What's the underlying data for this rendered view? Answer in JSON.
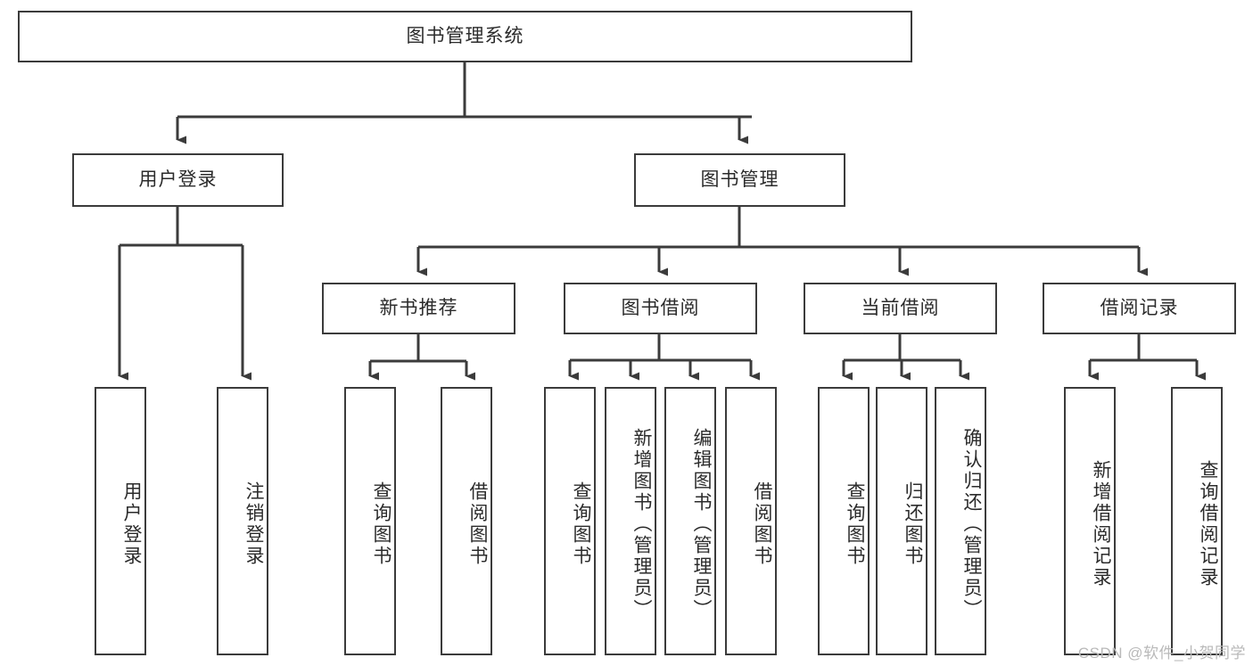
{
  "diagram": {
    "title": "图书管理系统",
    "type": "tree-hierarchy-chart",
    "colors": {
      "box_border": "#3b3b3b",
      "box_fill": "#ffffff",
      "connector": "#3b3b3b",
      "text": "#2b2b2b",
      "watermark": "#b9b9b9",
      "background": "#ffffff"
    },
    "root": {
      "label": "图书管理系统"
    },
    "level2": [
      {
        "id": "user-login",
        "label": "用户登录"
      },
      {
        "id": "book-manage",
        "label": "图书管理"
      }
    ],
    "level3": [
      {
        "id": "new-book-rec",
        "label": "新书推荐",
        "parent": "book-manage"
      },
      {
        "id": "book-borrow",
        "label": "图书借阅",
        "parent": "book-manage"
      },
      {
        "id": "current-borrow",
        "label": "当前借阅",
        "parent": "book-manage"
      },
      {
        "id": "borrow-record",
        "label": "借阅记录",
        "parent": "book-manage"
      }
    ],
    "leaves": {
      "user-login": [
        {
          "id": "leaf-user-login",
          "label": "用户登录"
        },
        {
          "id": "leaf-user-logout",
          "label": "注销登录"
        }
      ],
      "new-book-rec": [
        {
          "id": "leaf-query-book-1",
          "label": "查询图书"
        },
        {
          "id": "leaf-borrow-book-1",
          "label": "借阅图书"
        }
      ],
      "book-borrow": [
        {
          "id": "leaf-query-book-2",
          "label": "查询图书"
        },
        {
          "id": "leaf-add-book",
          "label": "新增图书（管理员）"
        },
        {
          "id": "leaf-edit-book",
          "label": "编辑图书（管理员）"
        },
        {
          "id": "leaf-borrow-book-2",
          "label": "借阅图书"
        }
      ],
      "current-borrow": [
        {
          "id": "leaf-query-book-3",
          "label": "查询图书"
        },
        {
          "id": "leaf-return-book",
          "label": "归还图书"
        },
        {
          "id": "leaf-confirm-return",
          "label": "确认归还（管理员）"
        }
      ],
      "borrow-record": [
        {
          "id": "leaf-add-record",
          "label": "新增借阅记录"
        },
        {
          "id": "leaf-query-record",
          "label": "查询借阅记录"
        }
      ]
    },
    "watermark": "CSDN @软件_小贺同学"
  }
}
